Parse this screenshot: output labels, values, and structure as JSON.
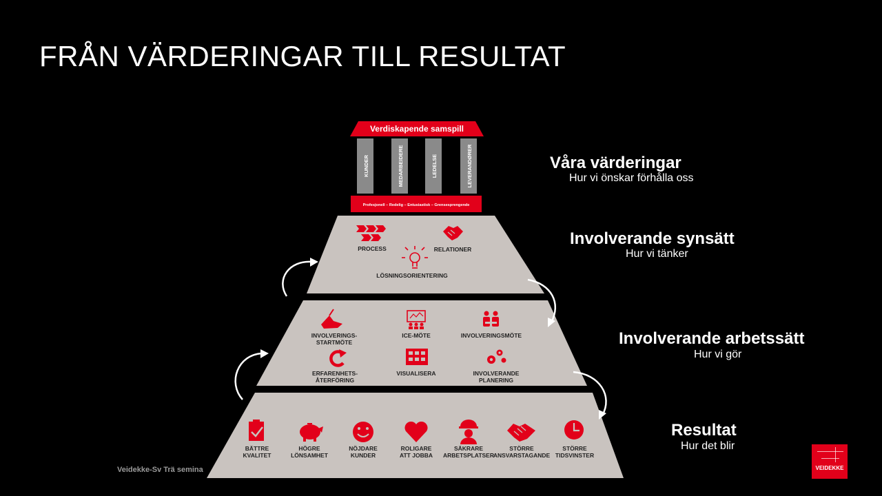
{
  "title": "FRÅN VÄRDERINGAR TILL RESULTAT",
  "temple": {
    "roof": "Verdiskapende samspill",
    "pillars": [
      "KUNDER",
      "MEDARBEIDERE",
      "LEDELSE",
      "LEVERANDØRER"
    ],
    "base": "Profesjonell – Redelig – Entusiastisk – Grensesprengende"
  },
  "levels": [
    {
      "title": "Våra värderingar",
      "subtitle": "Hur vi önskar förhålla oss"
    },
    {
      "title": "Involverande synsätt",
      "subtitle": "Hur vi tänker"
    },
    {
      "title": "Involverande arbetssätt",
      "subtitle": "Hur vi gör"
    },
    {
      "title": "Resultat",
      "subtitle": "Hur det blir"
    }
  ],
  "tier1": {
    "process": "PROCESS",
    "relationer": "RELATIONER",
    "losning": "LÖSNINGSORIENTERING"
  },
  "tier2": {
    "startmote": [
      "INVOLVERINGS-",
      "STARTMÖTE"
    ],
    "icemote": "ICE-MÖTE",
    "involveringsmote": "INVOLVERINGSMÖTE",
    "erfarenhet": [
      "ERFARENHETS-",
      "ÅTERFÖRING"
    ],
    "visualisera": "VISUALISERA",
    "planering": [
      "INVOLVERANDE",
      "PLANERING"
    ]
  },
  "tier3": {
    "kvalitet": [
      "BÄTTRE",
      "KVALITET"
    ],
    "lonsamhet": [
      "HÖGRE",
      "LÖNSAMHET"
    ],
    "kunder": [
      "NÖJDARE",
      "KUNDER"
    ],
    "jobba": [
      "ROLIGARE",
      "ATT JOBBA"
    ],
    "arbetsplatser": [
      "SÄKRARE",
      "ARBETSPLATSER"
    ],
    "ansvar": [
      "STÖRRE",
      "ANSVARSTAGANDE"
    ],
    "tid": [
      "STÖRRE",
      "TIDSVINSTER"
    ]
  },
  "footer": "Veidekke-Sv Trä semina",
  "logo": "VEIDEKKE",
  "colors": {
    "accent": "#e2001a",
    "pyramid": "#c9c3bf",
    "pillar": "#8a8a8a"
  }
}
